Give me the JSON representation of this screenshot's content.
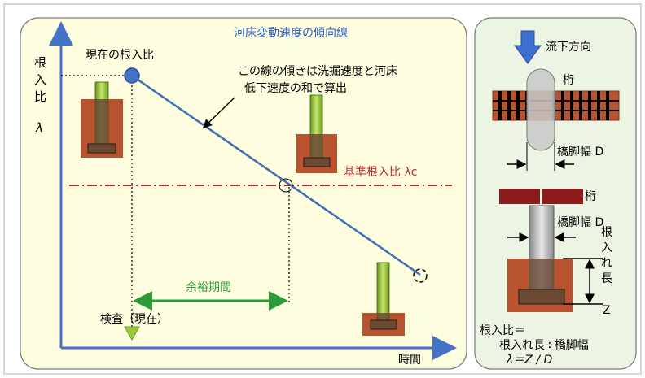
{
  "left_panel": {
    "y_axis_label": [
      "根",
      "入",
      "比"
    ],
    "lambda_symbol": "λ",
    "current_ratio_label": "現在の根入比",
    "trend_line_title": "河床変動速度の傾向線",
    "trend_line_note": [
      "この線の傾きは洗掘速度と河床",
      "低下速度の和で算出"
    ],
    "reference_ratio_label": "基準根入比 λc",
    "margin_period_label": "余裕期間",
    "inspection_label": "検査（現在）",
    "x_axis_label": "時間"
  },
  "right_panel": {
    "flow_direction_label": "流下方向",
    "girder_label_top": "桁",
    "pier_width_top": "橋脚幅 D",
    "girder_label_bottom": "桁",
    "pier_width_bottom": "橋脚幅 D",
    "embedment_length_label": [
      "根",
      "入",
      "れ",
      "長",
      "Z"
    ],
    "formula_line1": "根入比＝",
    "formula_line2": "根入れ長÷橋脚幅",
    "formula_line3": "λ＝Z / D"
  },
  "colors": {
    "panel_fill": "#fffde0",
    "right_panel_fill": "#ecf5e4",
    "axis_blue": "#4472c4",
    "trend_line": "#3c6fb0",
    "reference_line": "#c0272d",
    "margin_arrow": "#2e9b3a",
    "soil": "#b8532f",
    "pier_green": "#9ccc3b",
    "pier_dark": "#5b3a2a",
    "girder_red": "#8b1a1a",
    "flow_arrow": "#3d6fd1"
  }
}
